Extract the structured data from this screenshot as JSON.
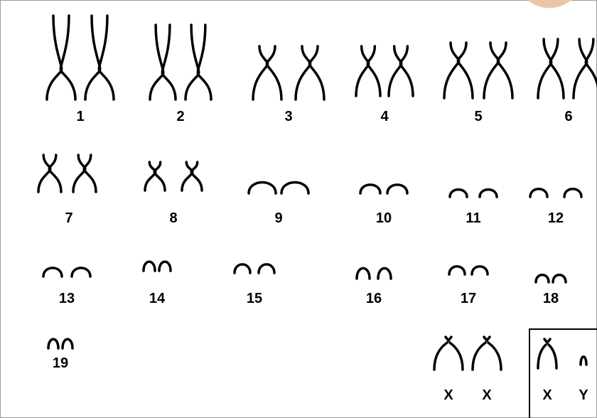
{
  "karyotype": {
    "autosomes": [
      {
        "label": "1"
      },
      {
        "label": "2"
      },
      {
        "label": "3"
      },
      {
        "label": "4"
      },
      {
        "label": "5"
      },
      {
        "label": "6"
      },
      {
        "label": "7"
      },
      {
        "label": "8"
      },
      {
        "label": "9"
      },
      {
        "label": "10"
      },
      {
        "label": "11"
      },
      {
        "label": "12"
      },
      {
        "label": "13"
      },
      {
        "label": "14"
      },
      {
        "label": "15"
      },
      {
        "label": "16"
      },
      {
        "label": "17"
      },
      {
        "label": "18"
      },
      {
        "label": "19"
      }
    ],
    "sex_pair_female": [
      "X",
      "X"
    ],
    "sex_pair_male": [
      "X",
      "Y"
    ]
  },
  "colors": {
    "stroke": "#000000",
    "background": "#ffffff",
    "corner_accent": "#e9c7a6"
  }
}
